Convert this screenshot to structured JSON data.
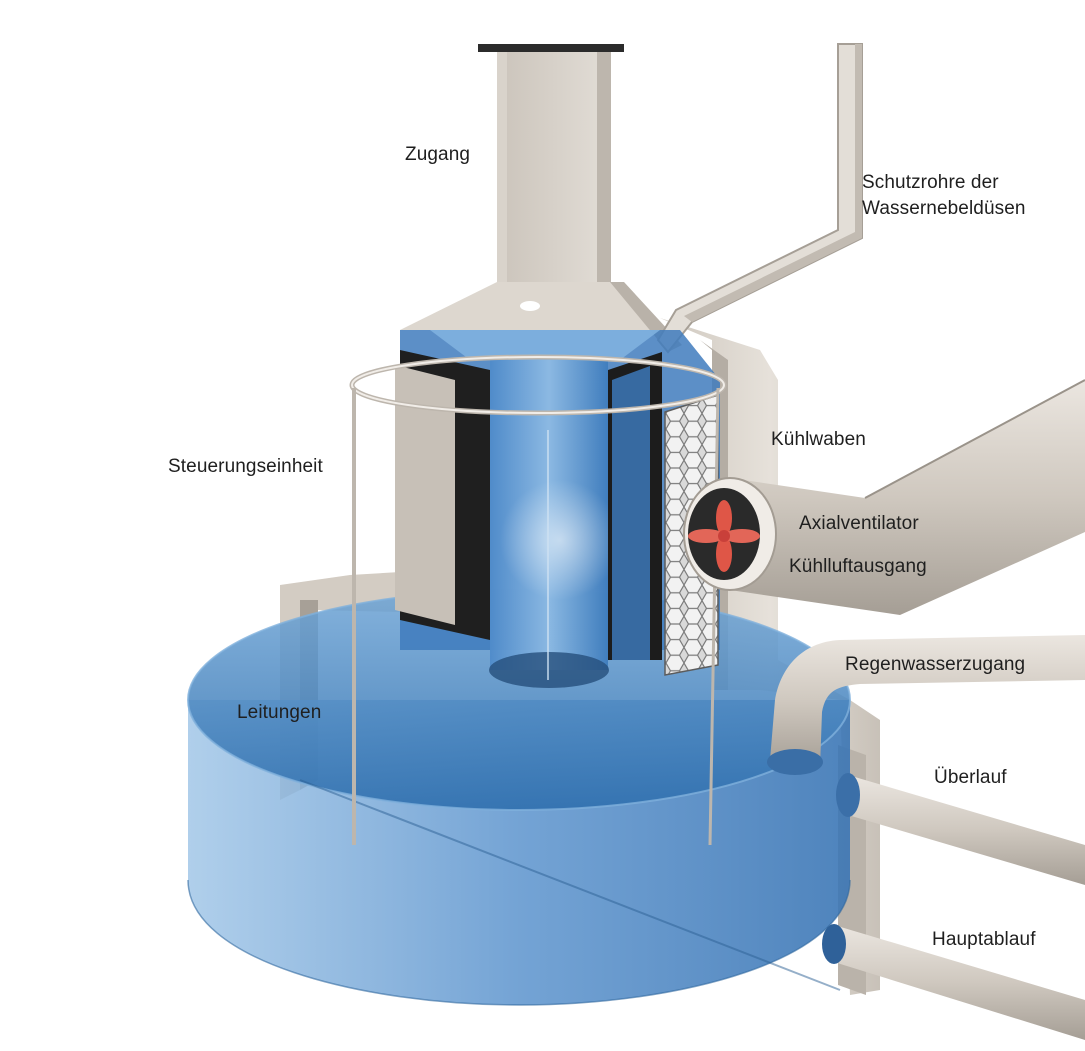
{
  "labels": {
    "zugang": "Zugang",
    "schutzrohre_line1": "Schutzrohre der",
    "schutzrohre_line2": "Wassernebeldüsen",
    "kuehlwaben": "Kühlwaben",
    "steuerungseinheit": "Steuerungseinheit",
    "axialventilator": "Axialventilator",
    "kuehlluftausgang": "Kühlluftausgang",
    "regenwasserzugang": "Regenwasserzugang",
    "leitungen": "Leitungen",
    "ueberlauf": "Überlauf",
    "hauptablauf": "Hauptablauf"
  },
  "colors": {
    "concrete": "#dcd6cf",
    "concrete_dark": "#a9a39b",
    "water": "#3d7fc0",
    "water_light": "#8fbde4",
    "fan": "#ef5a4a",
    "honeycomb": "#c9c9c9"
  }
}
